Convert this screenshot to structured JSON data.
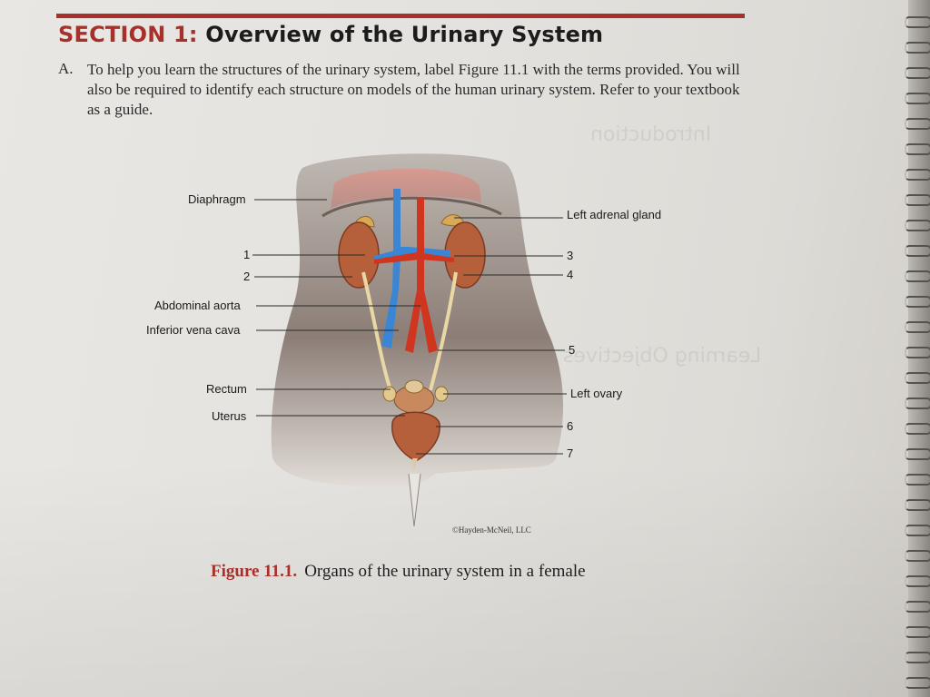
{
  "section": {
    "label": "SECTION 1:",
    "title": "Overview of the Urinary System"
  },
  "instruction": {
    "letter": "A.",
    "text": "To help you learn the structures of the urinary system, label Figure 11.1 with the terms provided. You will also be required to identify each structure on models of the human urinary system. Refer to your textbook as a guide."
  },
  "figure": {
    "labels": {
      "diaphragm": "Diaphragm",
      "left_adrenal_gland": "Left adrenal gland",
      "n1": "1",
      "n2": "2",
      "n3": "3",
      "n4": "4",
      "abdominal_aorta": "Abdominal aorta",
      "inferior_vena_cava": "Inferior vena cava",
      "n5": "5",
      "rectum": "Rectum",
      "left_ovary": "Left ovary",
      "uterus": "Uterus",
      "n6": "6",
      "n7": "7"
    },
    "copyright": "©Hayden-McNeil, LLC",
    "caption_number": "Figure 11.1.",
    "caption_text": "Organs of the urinary system in a female"
  },
  "colors": {
    "accent": "#a8302a",
    "artery": "#d0351f",
    "vein": "#3a86d4",
    "kidney": "#b5603a",
    "body": "#8a7d76"
  }
}
